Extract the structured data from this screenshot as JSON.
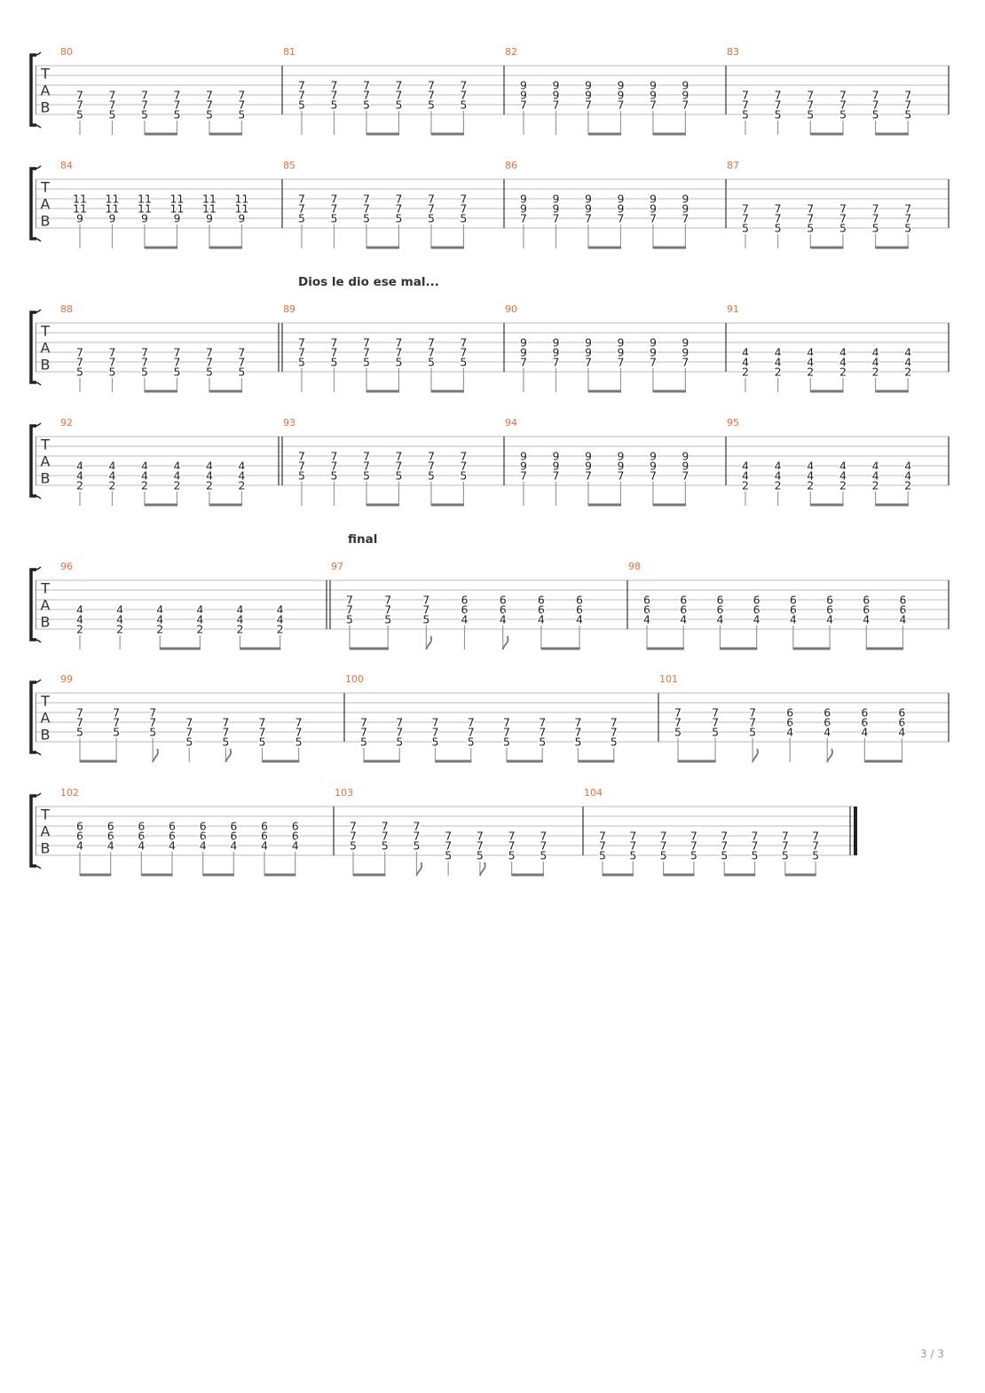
{
  "clef_letters": [
    "T",
    "A",
    "B"
  ],
  "chords": {
    "A": [
      null,
      null,
      null,
      7,
      7,
      5
    ],
    "B": [
      null,
      null,
      7,
      7,
      5,
      null
    ],
    "C": [
      null,
      null,
      9,
      9,
      7,
      null
    ],
    "D": [
      null,
      null,
      11,
      11,
      9,
      null
    ],
    "E": [
      null,
      null,
      null,
      4,
      4,
      2
    ],
    "F": [
      null,
      null,
      6,
      6,
      4,
      null
    ]
  },
  "rhythm_patterns": {
    "six": [
      "q",
      "q",
      "b1",
      "b2",
      "b1",
      "b2"
    ],
    "mixed": [
      "b1",
      "b2",
      "f",
      "q",
      "f",
      "b1",
      "b2"
    ],
    "eight": [
      "b1",
      "b2",
      "b1",
      "b2",
      "b1",
      "b2",
      "b1",
      "b2"
    ]
  },
  "systems": [
    {
      "measures": [
        {
          "number": "80",
          "notes": [
            "A",
            "A",
            "A",
            "A",
            "A",
            "A"
          ],
          "rhythm": "six"
        },
        {
          "number": "81",
          "notes": [
            "B",
            "B",
            "B",
            "B",
            "B",
            "B"
          ],
          "rhythm": "six"
        },
        {
          "number": "82",
          "notes": [
            "C",
            "C",
            "C",
            "C",
            "C",
            "C"
          ],
          "rhythm": "six"
        },
        {
          "number": "83",
          "notes": [
            "A",
            "A",
            "A",
            "A",
            "A",
            "A"
          ],
          "rhythm": "six"
        }
      ]
    },
    {
      "measures": [
        {
          "number": "84",
          "notes": [
            "D",
            "D",
            "D",
            "D",
            "D",
            "D"
          ],
          "rhythm": "six"
        },
        {
          "number": "85",
          "notes": [
            "B",
            "B",
            "B",
            "B",
            "B",
            "B"
          ],
          "rhythm": "six"
        },
        {
          "number": "86",
          "notes": [
            "C",
            "C",
            "C",
            "C",
            "C",
            "C"
          ],
          "rhythm": "six"
        },
        {
          "number": "87",
          "notes": [
            "A",
            "A",
            "A",
            "A",
            "A",
            "A"
          ],
          "rhythm": "six"
        }
      ]
    },
    {
      "measures": [
        {
          "number": "88",
          "notes": [
            "A",
            "A",
            "A",
            "A",
            "A",
            "A"
          ],
          "rhythm": "six"
        },
        {
          "number": "89",
          "notes": [
            "B",
            "B",
            "B",
            "B",
            "B",
            "B"
          ],
          "rhythm": "six",
          "barline_start": "double"
        },
        {
          "number": "90",
          "notes": [
            "C",
            "C",
            "C",
            "C",
            "C",
            "C"
          ],
          "rhythm": "six"
        },
        {
          "number": "91",
          "notes": [
            "E",
            "E",
            "E",
            "E",
            "E",
            "E"
          ],
          "rhythm": "six"
        }
      ]
    },
    {
      "measures": [
        {
          "number": "92",
          "notes": [
            "E",
            "E",
            "E",
            "E",
            "E",
            "E"
          ],
          "rhythm": "six"
        },
        {
          "number": "93",
          "notes": [
            "B",
            "B",
            "B",
            "B",
            "B",
            "B"
          ],
          "rhythm": "six",
          "barline_start": "double"
        },
        {
          "number": "94",
          "notes": [
            "C",
            "C",
            "C",
            "C",
            "C",
            "C"
          ],
          "rhythm": "six"
        },
        {
          "number": "95",
          "notes": [
            "E",
            "E",
            "E",
            "E",
            "E",
            "E"
          ],
          "rhythm": "six"
        }
      ]
    },
    {
      "measures": [
        {
          "number": "96",
          "notes": [
            "E",
            "E",
            "E",
            "E",
            "E",
            "E"
          ],
          "rhythm": "six"
        },
        {
          "number": "97",
          "notes": [
            "B",
            "B",
            "B",
            "F",
            "F",
            "F",
            "F"
          ],
          "rhythm": "mixed",
          "barline_start": "double"
        },
        {
          "number": "98",
          "notes": [
            "F",
            "F",
            "F",
            "F",
            "F",
            "F",
            "F",
            "F"
          ],
          "rhythm": "eight"
        }
      ]
    },
    {
      "measures": [
        {
          "number": "99",
          "notes": [
            "B",
            "B",
            "B",
            "A",
            "A",
            "A",
            "A"
          ],
          "rhythm": "mixed"
        },
        {
          "number": "100",
          "notes": [
            "A",
            "A",
            "A",
            "A",
            "A",
            "A",
            "A",
            "A"
          ],
          "rhythm": "eight"
        },
        {
          "number": "101",
          "notes": [
            "B",
            "B",
            "B",
            "F",
            "F",
            "F",
            "F"
          ],
          "rhythm": "mixed"
        }
      ]
    },
    {
      "measures": [
        {
          "number": "102",
          "notes": [
            "F",
            "F",
            "F",
            "F",
            "F",
            "F",
            "F",
            "F"
          ],
          "rhythm": "eight"
        },
        {
          "number": "103",
          "notes": [
            "B",
            "B",
            "B",
            "A",
            "A",
            "A",
            "A"
          ],
          "rhythm": "mixed"
        },
        {
          "number": "104",
          "notes": [
            "A",
            "A",
            "A",
            "A",
            "A",
            "A",
            "A",
            "A"
          ],
          "rhythm": "eight"
        }
      ],
      "final_barline": true
    }
  ],
  "annotations": {
    "section_1": "Dios le dio ese mal...",
    "section_2": "final"
  },
  "page_number": "3 / 3",
  "colors": {
    "measure_number": "#f26d3d",
    "staff_line": "#bbbbbb",
    "notes": "#222222"
  }
}
